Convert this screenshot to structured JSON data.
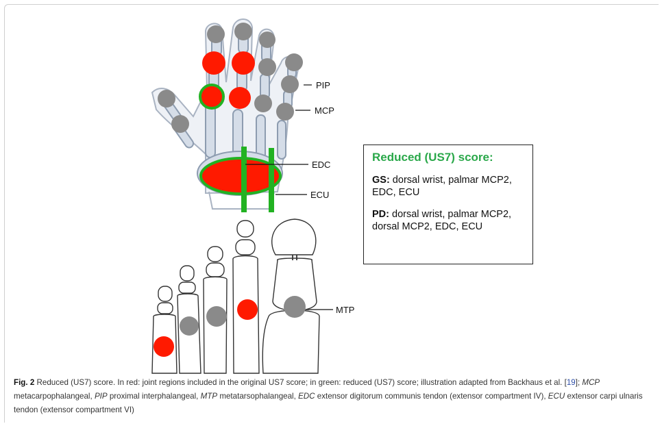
{
  "figure": {
    "labels": {
      "pip": "PIP",
      "mcp": "MCP",
      "edc": "EDC",
      "ecu": "ECU",
      "mtp": "MTP"
    },
    "colors": {
      "red": "#ff1a00",
      "green": "#22b222",
      "gray": "#8a8a8a",
      "bone_outline": "#8d9cb0",
      "bone_fill": "#d8e0ea"
    }
  },
  "score_box": {
    "title": "Reduced (US7) score:",
    "gs_label": "GS:",
    "gs_text": " dorsal wrist, palmar MCP2, EDC, ECU",
    "pd_label": "PD:",
    "pd_text": " dorsal wrist, palmar MCP2, dorsal MCP2, EDC, ECU"
  },
  "caption": {
    "fig_label": "Fig. 2",
    "part1": "  Reduced (US7) score. In red: joint regions included in the original US7 score; in green: reduced (US7) score; illustration adapted from Backhaus et al. [",
    "ref": "19",
    "part2": "]; ",
    "mcp_abbr": "MCP",
    "mcp_def": " metacarpophalangeal, ",
    "pip_abbr": "PIP",
    "pip_def": " proximal interphalangeal, ",
    "mtp_abbr": "MTP",
    "mtp_def": " metatarsophalangeal, ",
    "edc_abbr": "EDC",
    "edc_def": " extensor digitorum communis tendon (extensor compartment IV), ",
    "ecu_abbr": "ECU",
    "ecu_def": " extensor carpi ulnaris tendon (extensor compartment VI)"
  }
}
